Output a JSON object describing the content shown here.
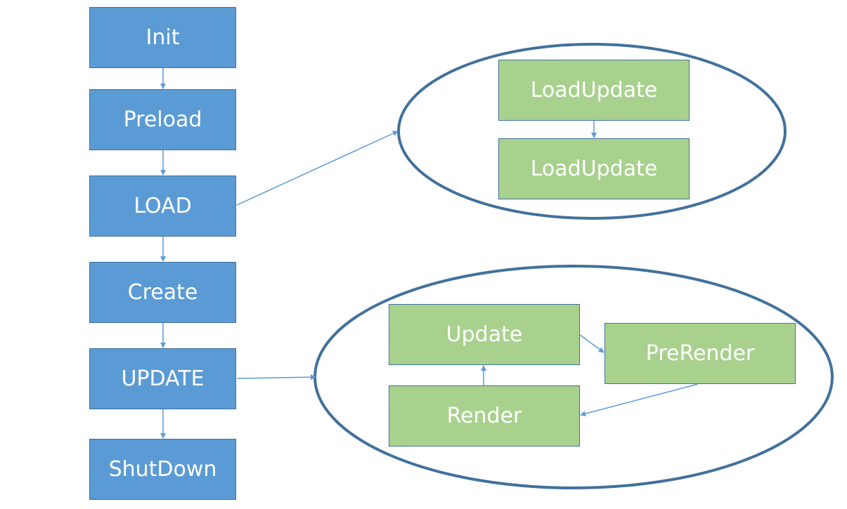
{
  "main_flow": {
    "init": "Init",
    "preload": "Preload",
    "load": "LOAD",
    "create": "Create",
    "update": "UPDATE",
    "shutdown": "ShutDown"
  },
  "load_detail": {
    "step_1": "LoadUpdate",
    "step_2": "LoadUpdate"
  },
  "update_detail": {
    "update": "Update",
    "prerender": "PreRender",
    "render": "Render"
  },
  "colors": {
    "main_node_fill": "#5b9bd5",
    "detail_node_fill": "#a9d18e",
    "outline": "#41719c",
    "connector": "#5b9bd5",
    "text": "#ffffff"
  }
}
